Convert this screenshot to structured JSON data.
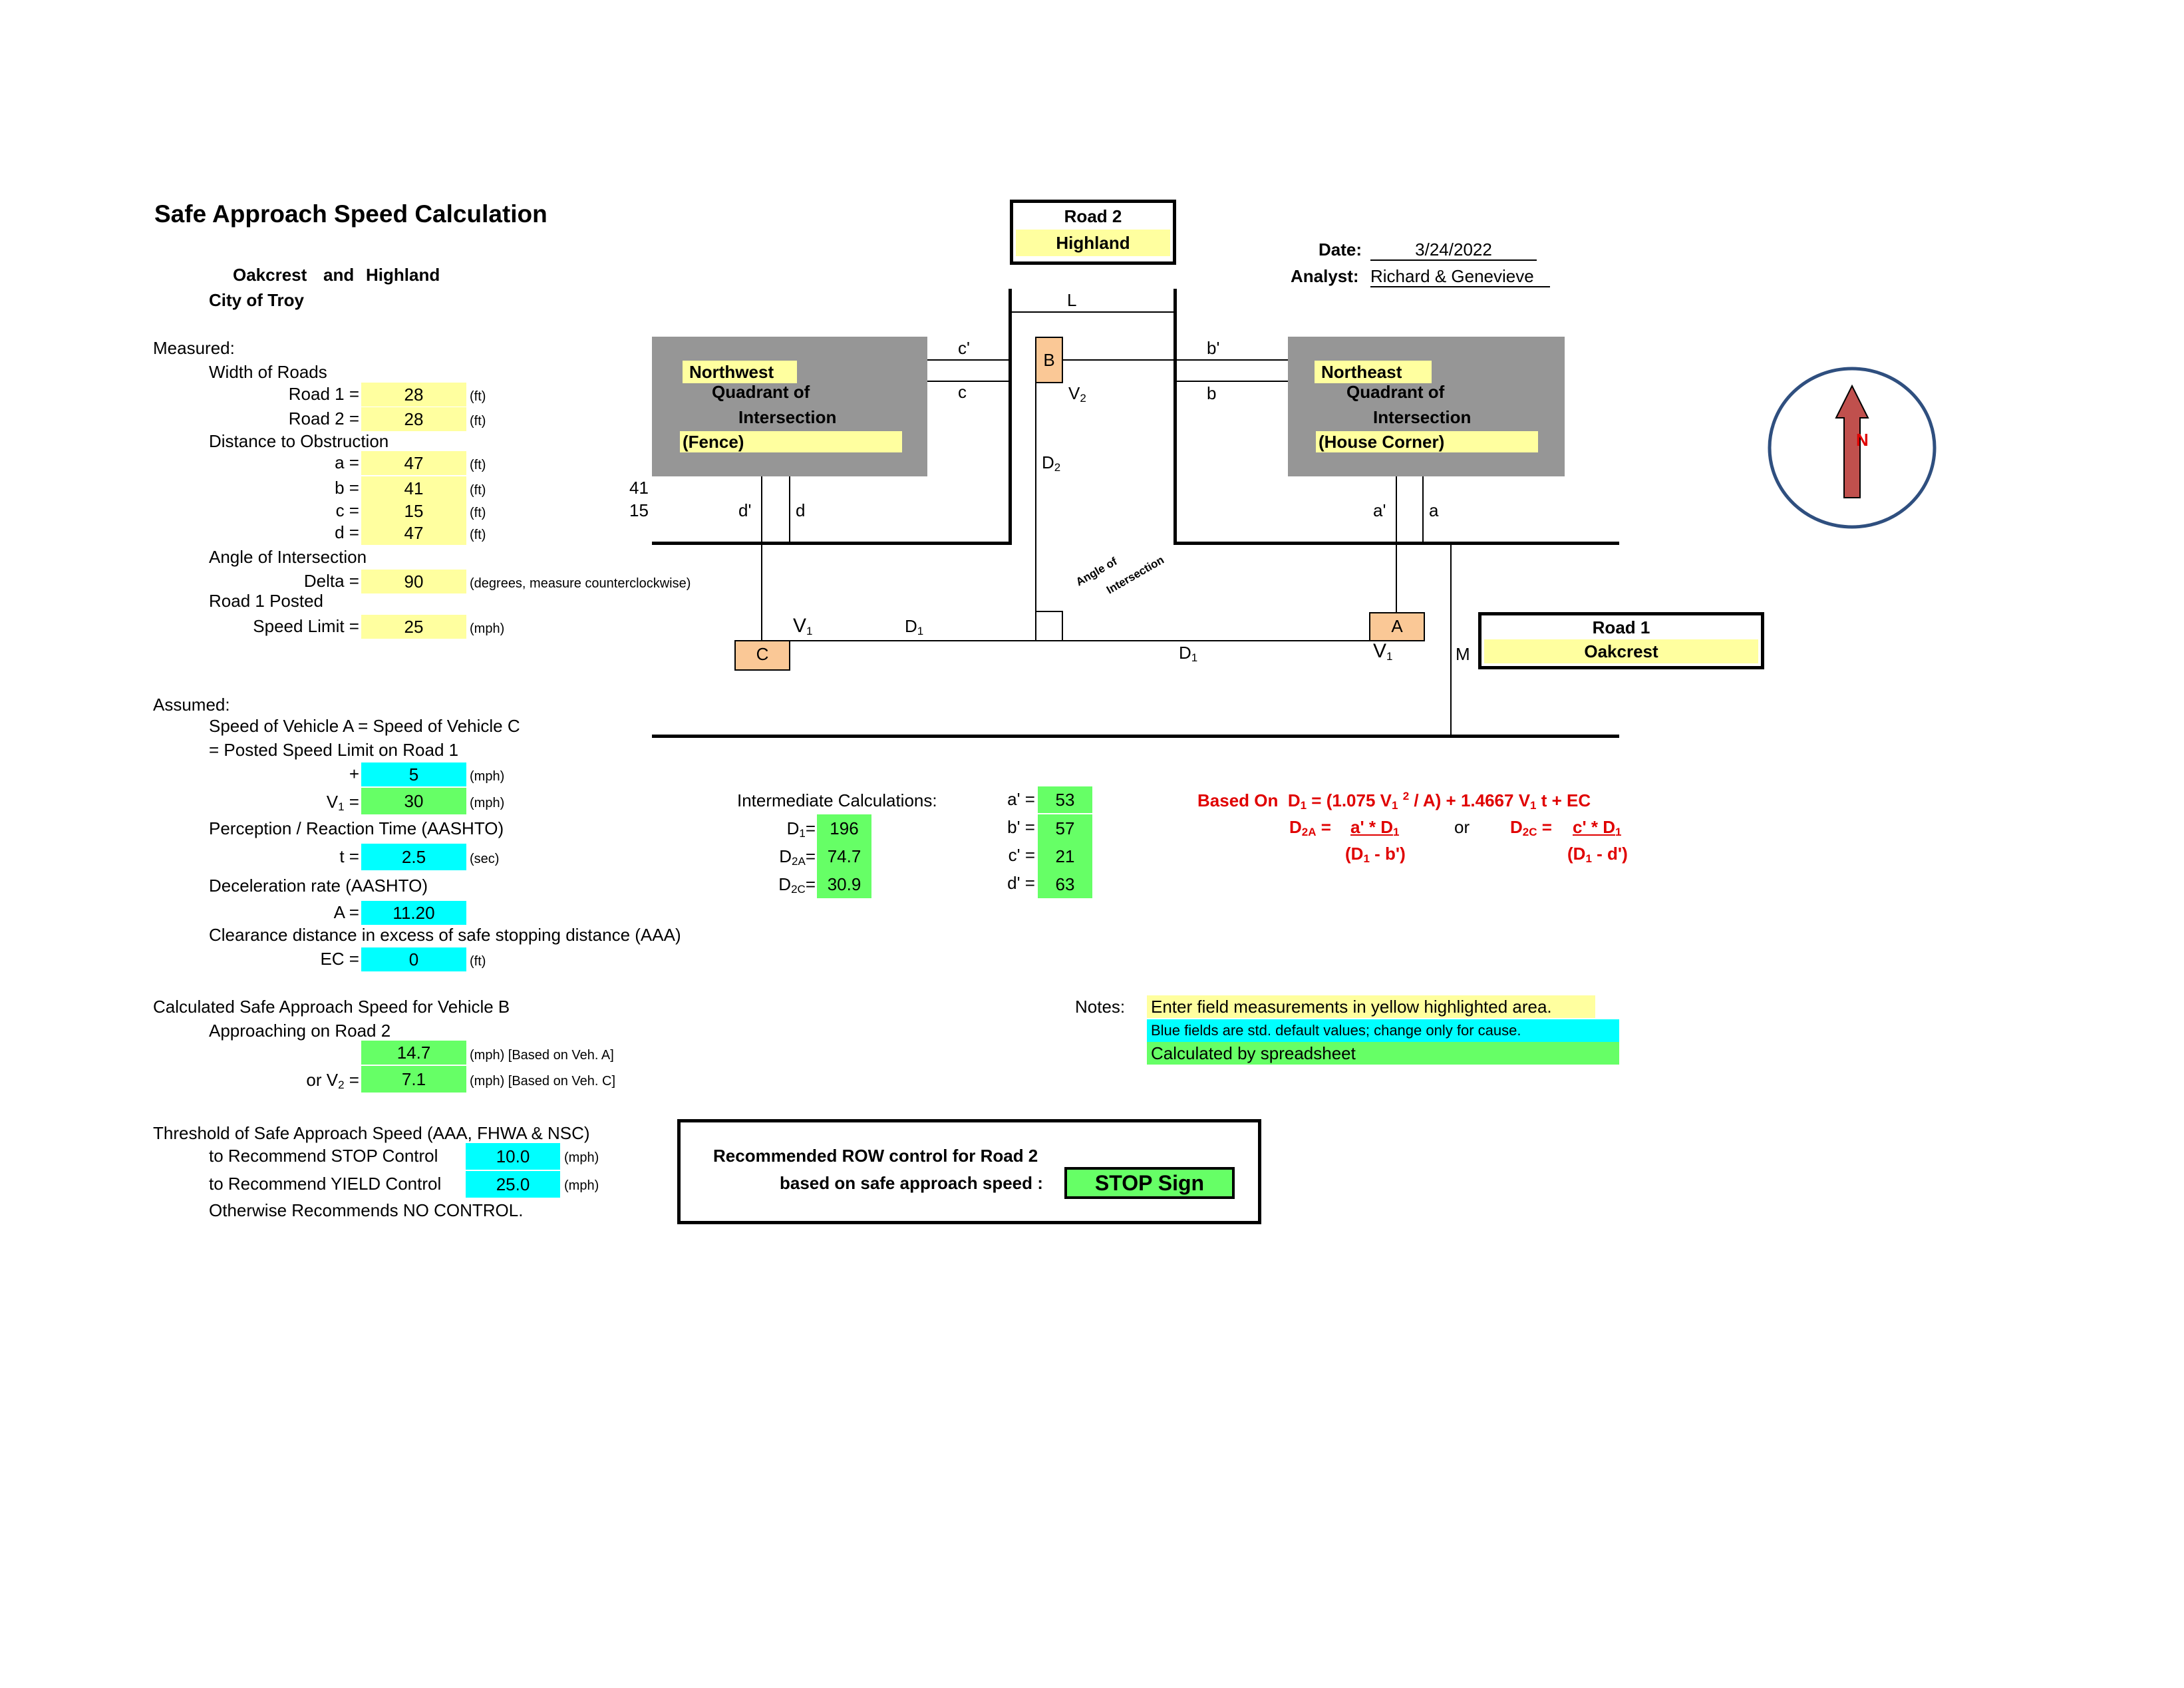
{
  "header": {
    "title": "Safe Approach Speed Calculation",
    "intersection_road1": "Oakcrest",
    "intersection_and": "and",
    "intersection_road2": "Highland",
    "city": "City of Troy",
    "date_label": "Date:",
    "date_value": "3/24/2022",
    "analyst_label": "Analyst:",
    "analyst_value": "Richard  & Genevieve"
  },
  "measured": {
    "heading": "Measured:",
    "width_heading": "Width of Roads",
    "road1_label": "Road 1 =",
    "road1_value": "28",
    "road2_label": "Road 2 =",
    "road2_value": "28",
    "distance_heading": "Distance to Obstruction",
    "a_label": "a =",
    "a_value": "47",
    "b_label": "b =",
    "b_value": "41",
    "c_label": "c =",
    "c_value": "15",
    "d_label": "d =",
    "d_value": "47",
    "unit_ft": "(ft)",
    "angle_heading": "Angle of Intersection",
    "delta_label": "Delta =",
    "delta_value": "90",
    "delta_unit": "(degrees, measure counterclockwise)",
    "speed_heading": "Road 1 Posted",
    "speed_label": "Speed Limit =",
    "speed_value": "25",
    "unit_mph": "(mph)"
  },
  "assumed": {
    "heading": "Assumed:",
    "line1": "Speed of Vehicle A = Speed of Vehicle C",
    "line2": "= Posted Speed Limit on Road 1",
    "plus_label": "+",
    "plus_value": "5",
    "v1_label": "V",
    "v1_sub": "1",
    "v1_eq": " =",
    "v1_value": "30",
    "prt_heading": "Perception / Reaction Time (AASHTO)",
    "t_label": "t =",
    "t_value": "2.5",
    "t_unit": "(sec)",
    "decel_heading": "Deceleration rate (AASHTO)",
    "A_label": "A =",
    "A_value": "11.20",
    "clearance_heading": "Clearance distance in excess of safe stopping distance (AAA)",
    "ec_label": "EC =",
    "ec_value": "0"
  },
  "calculated": {
    "heading": "Calculated Safe Approach Speed for Vehicle B",
    "sub_heading": "Approaching on Road 2",
    "v2a_value": "14.7",
    "v2a_unit": "(mph) [Based on Veh. A]",
    "v2c_label": "or V",
    "v2c_sub": "2",
    "v2c_eq": " =",
    "v2c_value": "7.1",
    "v2c_unit": "(mph) [Based on Veh. C]"
  },
  "threshold": {
    "heading": "Threshold of Safe Approach Speed (AAA, FHWA & NSC)",
    "stop_label": "to Recommend STOP Control",
    "stop_value": "10.0",
    "yield_label": "to Recommend YIELD Control",
    "yield_value": "25.0",
    "otherwise": "Otherwise Recommends NO CONTROL."
  },
  "recommendation": {
    "line1": "Recommended ROW control for Road 2",
    "line2": "based on safe approach speed :",
    "value": "STOP Sign"
  },
  "intermediate": {
    "heading": "Intermediate Calculations:",
    "d1_label": "D",
    "d1_sub": "1",
    "d1_eq": "=",
    "d1_value": "196",
    "d2a_label": "D",
    "d2a_sub": "2A",
    "d2a_eq": "=",
    "d2a_value": "74.7",
    "d2c_label": "D",
    "d2c_sub": "2C",
    "d2c_eq": "=",
    "d2c_value": "30.9",
    "ap_label": "a' =",
    "ap_value": "53",
    "bp_label": "b' =",
    "bp_value": "57",
    "cp_label": "c' =",
    "cp_value": "21",
    "dp_label": "d' =",
    "dp_value": "63"
  },
  "formula": {
    "based_on": "Based On",
    "f_D": "D",
    "f_sub1": "1",
    "f_mid1": " = (1.075 V",
    "f_sub2": "1",
    "f_sup": "2",
    "f_mid2": " / A) + 1.4667 V",
    "f_sub3": "1",
    "f_end": " t + EC",
    "d2a_lhs": "D",
    "d2a_lhs_sub": "2A",
    "d2a_lhs_eq": " =",
    "d2a_num": "a' * D",
    "d2a_num_sub": "1",
    "d2a_den": "(D",
    "d2a_den_sub": "1",
    "d2a_den_end": " - b')",
    "or": "or",
    "d2c_lhs": "D",
    "d2c_lhs_sub": "2C",
    "d2c_lhs_eq": " =",
    "d2c_num": "c' * D",
    "d2c_num_sub": "1",
    "d2c_den": "(D",
    "d2c_den_sub": "1",
    "d2c_den_end": " - d')"
  },
  "notes": {
    "label": "Notes:",
    "yellow": "Enter field measurements in yellow highlighted area.",
    "blue": "Blue fields are std. default values; change only for cause.",
    "green": "Calculated by spreadsheet"
  },
  "diagram": {
    "road2_title": "Road 2",
    "road2_name": "Highland",
    "road1_title": "Road 1",
    "road1_name": "Oakcrest",
    "nw_title": "Northwest",
    "nw_line2": "Quadrant of",
    "nw_line3": "Intersection",
    "nw_obstruction": "(Fence)",
    "ne_title": "Northeast",
    "ne_line2": "Quadrant of",
    "ne_line3": "Intersection",
    "ne_obstruction": "(House Corner)",
    "label_L": "L",
    "label_cp": "c'",
    "label_c": "c",
    "label_bp": "b'",
    "label_b": "b",
    "label_V2": "V",
    "label_V2_sub": "2",
    "label_D2": "D",
    "label_D2_sub": "2",
    "label_dp": "d'",
    "label_d": "d",
    "label_ap": "a'",
    "label_a": "a",
    "side_41": "41",
    "side_15": "15",
    "angle1": "Angle of",
    "angle2": "Intersection",
    "label_V1_left": "V",
    "label_V1_left_sub": "1",
    "label_D1_left": "D",
    "label_D1_left_sub": "1",
    "label_D1_right": "D",
    "label_D1_right_sub": "1",
    "label_V1_right": "V",
    "label_V1_right_sub": "1",
    "label_M": "M",
    "veh_A": "A",
    "veh_B": "B",
    "veh_C": "C",
    "compass_N": "N"
  }
}
